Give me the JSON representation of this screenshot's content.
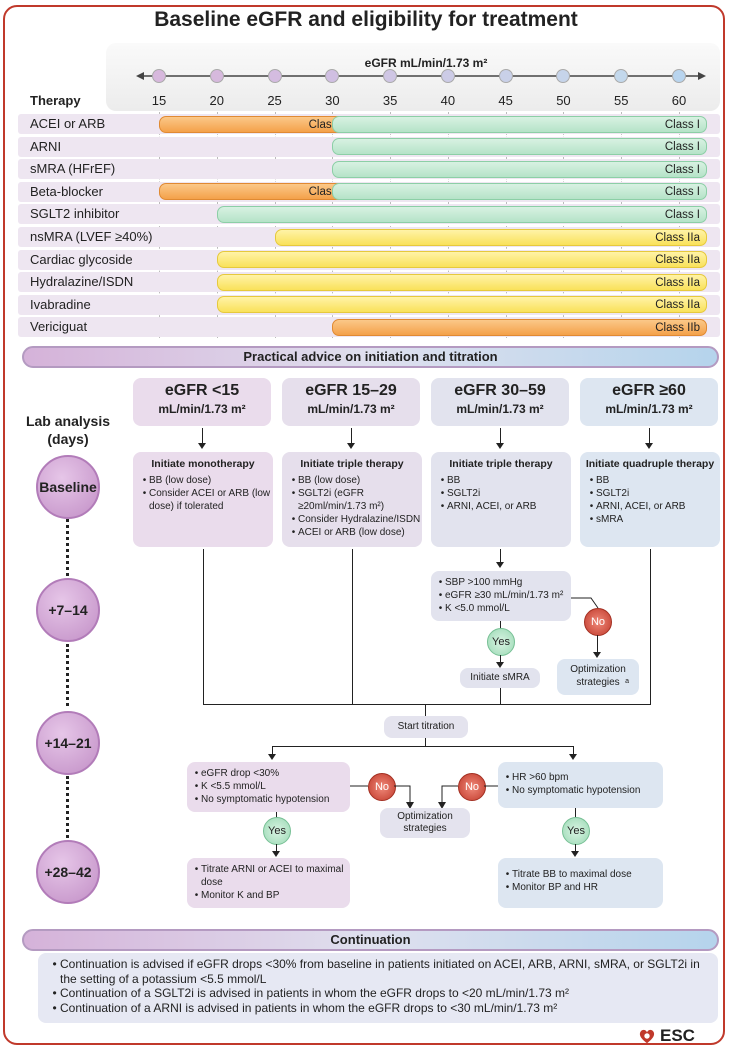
{
  "title": "Baseline eGFR and eligibility for treatment",
  "axis": {
    "label": "eGFR mL/min/1.73 m²",
    "ticks": [
      "15",
      "20",
      "25",
      "30",
      "35",
      "40",
      "45",
      "50",
      "55",
      "60"
    ],
    "therapy_header": "Therapy"
  },
  "colors": {
    "class_I": "#b5e3c8",
    "class_IIa": "#f9e15a",
    "class_IIb": "#f4a14a",
    "frame": "#c0392b"
  },
  "therapies": [
    {
      "name": "ACEI or ARB",
      "segments": [
        {
          "from": 15,
          "to": 30,
          "label": "Class IIb",
          "color": "orange"
        },
        {
          "from": 30,
          "to": 60,
          "label": "Class I",
          "color": "green"
        }
      ]
    },
    {
      "name": "ARNI",
      "segments": [
        {
          "from": 30,
          "to": 60,
          "label": "Class I",
          "color": "green"
        }
      ]
    },
    {
      "name": "sMRA (HFrEF)",
      "segments": [
        {
          "from": 30,
          "to": 60,
          "label": "Class I",
          "color": "green"
        }
      ]
    },
    {
      "name": "Beta-blocker",
      "segments": [
        {
          "from": 15,
          "to": 30,
          "label": "Class IIb",
          "color": "orange"
        },
        {
          "from": 30,
          "to": 60,
          "label": "Class I",
          "color": "green"
        }
      ]
    },
    {
      "name": "SGLT2 inhibitor",
      "segments": [
        {
          "from": 20,
          "to": 60,
          "label": "Class I",
          "color": "green"
        }
      ]
    },
    {
      "name": "nsMRA (LVEF ≥40%)",
      "segments": [
        {
          "from": 25,
          "to": 60,
          "label": "Class IIa",
          "color": "yellow"
        }
      ]
    },
    {
      "name": "Cardiac glycoside",
      "segments": [
        {
          "from": 20,
          "to": 60,
          "label": "Class IIa",
          "color": "yellow"
        }
      ]
    },
    {
      "name": "Hydralazine/ISDN",
      "segments": [
        {
          "from": 20,
          "to": 60,
          "label": "Class IIa",
          "color": "yellow"
        }
      ]
    },
    {
      "name": "Ivabradine",
      "segments": [
        {
          "from": 20,
          "to": 60,
          "label": "Class IIa",
          "color": "yellow"
        }
      ]
    },
    {
      "name": "Vericiguat",
      "segments": [
        {
          "from": 30,
          "to": 60,
          "label": "Class IIb",
          "color": "orange"
        }
      ]
    }
  ],
  "advice": {
    "banner": "Practical advice on initiation and titration",
    "lab_header": "Lab analysis (days)",
    "timepoints": [
      "Baseline",
      "+7–14",
      "+14–21",
      "+28–42"
    ],
    "columns": [
      {
        "title": "eGFR <15",
        "unit": "mL/min/1.73 m²",
        "box_title": "Initiate monotherapy",
        "items": [
          "BB (low dose)",
          "Consider ACEI or ARB (low dose) if tolerated"
        ]
      },
      {
        "title": "eGFR 15–29",
        "unit": "mL/min/1.73 m²",
        "box_title": "Initiate triple therapy",
        "items": [
          "BB (low dose)",
          "SGLT2i (eGFR ≥20ml/min/1.73 m²)",
          "Consider Hydralazine/ISDN",
          "ACEI or ARB (low dose)"
        ]
      },
      {
        "title": "eGFR 30–59",
        "unit": "mL/min/1.73 m²",
        "box_title": "Initiate triple therapy",
        "items": [
          "BB",
          "SGLT2i",
          "ARNI, ACEI, or ARB"
        ]
      },
      {
        "title": "eGFR ≥60",
        "unit": "mL/min/1.73 m²",
        "box_title": "Initiate quadruple therapy",
        "items": [
          "BB",
          "SGLT2i",
          "ARNI, ACEI, or ARB",
          "sMRA"
        ]
      }
    ],
    "smra_check": [
      "SBP >100 mmHg",
      "eGFR ≥30 mL/min/1.73 m²",
      "K <5.0 mmol/L"
    ],
    "yes": "Yes",
    "no": "No",
    "initiate_smra": "Initiate sMRA",
    "optimization_a": "Optimization strategies",
    "optimization_a_sup": "a",
    "start_titration": "Start titration",
    "left_check": [
      "eGFR drop <30%",
      "K <5.5 mmol/L",
      "No symptomatic hypotension"
    ],
    "right_check": [
      "HR >60 bpm",
      "No symptomatic hypotension"
    ],
    "optimization_mid": "Optimization strategies",
    "left_result": [
      "Titrate ARNI or ACEI to maximal dose",
      "Monitor K and BP"
    ],
    "right_result": [
      "Titrate BB to maximal dose",
      "Monitor BP and HR"
    ]
  },
  "continuation": {
    "banner": "Continuation",
    "items": [
      "Continuation is advised if eGFR drops <30% from baseline in patients initiated on ACEI, ARB, ARNI, sMRA, or SGLT2i in the setting of a potassium <5.5 mmol/L",
      "Continuation of a SGLT2i is advised in patients in whom the eGFR drops to <20 mL/min/1.73 m²",
      "Continuation of a ARNI is advised in patients in whom the eGFR drops to <30 mL/min/1.73 m²"
    ]
  },
  "logo": "ESC"
}
